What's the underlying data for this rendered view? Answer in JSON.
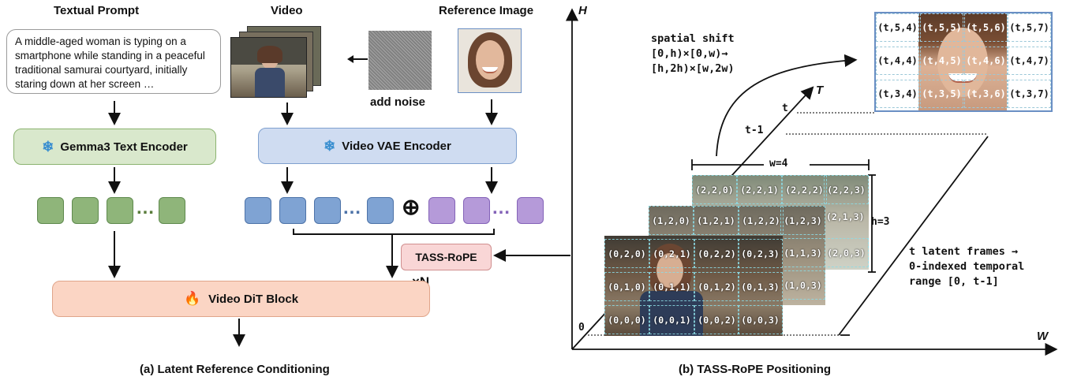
{
  "left": {
    "textual_prompt_title": "Textual Prompt",
    "prompt_text": "A middle-aged woman is typing on a smartphone while standing in a peaceful traditional samurai courtyard, initially staring down at her screen …",
    "video_title": "Video",
    "reference_title": "Reference Image",
    "add_noise": "add noise",
    "text_encoder": "Gemma3 Text Encoder",
    "vae_encoder": "Video VAE Encoder",
    "rope": "TASS-RoPE",
    "times_n": "×N",
    "dit": "Video DiT Block",
    "caption": "(a) Latent Reference Conditioning",
    "colors": {
      "text_encoder": "#d9e8cc",
      "vae": "#cfdcf1",
      "rope": "#f9d6d6",
      "dit": "#fbd5c4"
    }
  },
  "right": {
    "axis_h": "H",
    "axis_w": "W",
    "axis_t": "T",
    "origin": "0",
    "spatial_shift_1": "spatial shift",
    "spatial_shift_2": "[0,h)×[0,w)→",
    "spatial_shift_3": "[h,2h)×[w,2w)",
    "w_label": "w=4",
    "h_label": "h=3",
    "t_label": "t",
    "t1_label": "t-1",
    "temporal_1": "t latent frames →",
    "temporal_2": "0-indexed temporal",
    "temporal_3": "range [0, t-1]",
    "caption": "(b) TASS-RoPE Positioning",
    "frame0": [
      [
        "(0,2,0)",
        "(0,2,1)",
        "(0,2,2)",
        "(0,2,3)"
      ],
      [
        "(0,1,0)",
        "(0,1,1)",
        "(0,1,2)",
        "(0,1,3)"
      ],
      [
        "(0,0,0)",
        "(0,0,1)",
        "(0,0,2)",
        "(0,0,3)"
      ]
    ],
    "frame1_top": [
      "(1,2,0)",
      "(1,2,1)",
      "(1,2,2)",
      "(1,2,3)",
      "(2,1,3)"
    ],
    "frame1_right": [
      "(1,1,3)",
      "(1,0,3)"
    ],
    "frame2_top": [
      "(2,2,0)",
      "(2,2,1)",
      "(2,2,2)",
      "(2,2,3)"
    ],
    "frame2_right": [
      "(2,0,3)"
    ],
    "ref_grid": [
      [
        "(t,5,4)",
        "(t,5,5)",
        "(t,5,6)",
        "(t,5,7)"
      ],
      [
        "(t,4,4)",
        "(t,4,5)",
        "(t,4,6)",
        "(t,4,7)"
      ],
      [
        "(t,3,4)",
        "(t,3,5)",
        "(t,3,6)",
        "(t,3,7)"
      ]
    ]
  }
}
